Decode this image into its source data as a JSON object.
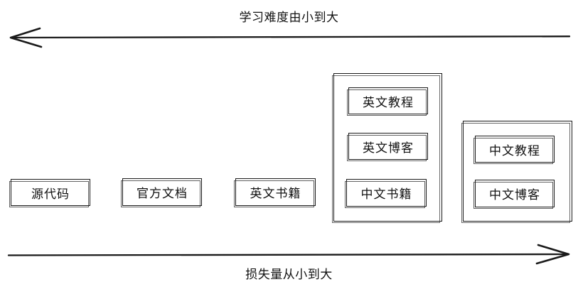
{
  "diagram": {
    "top_axis": {
      "label": "学习难度由小到大",
      "direction": "left"
    },
    "bottom_axis": {
      "label": "损失量从小到大",
      "direction": "right"
    },
    "standalone_nodes": [
      {
        "label": "源代码"
      },
      {
        "label": "官方文档"
      },
      {
        "label": "英文书籍"
      }
    ],
    "groups": [
      {
        "name": "group-english-stack",
        "items": [
          {
            "label": "英文教程"
          },
          {
            "label": "英文博客"
          },
          {
            "label": "中文书籍"
          }
        ]
      },
      {
        "name": "group-chinese-stack",
        "items": [
          {
            "label": "中文教程"
          },
          {
            "label": "中文博客"
          }
        ]
      }
    ]
  },
  "colors": {
    "stroke": "#1a1a1a",
    "text": "#111111",
    "background": "#ffffff"
  }
}
